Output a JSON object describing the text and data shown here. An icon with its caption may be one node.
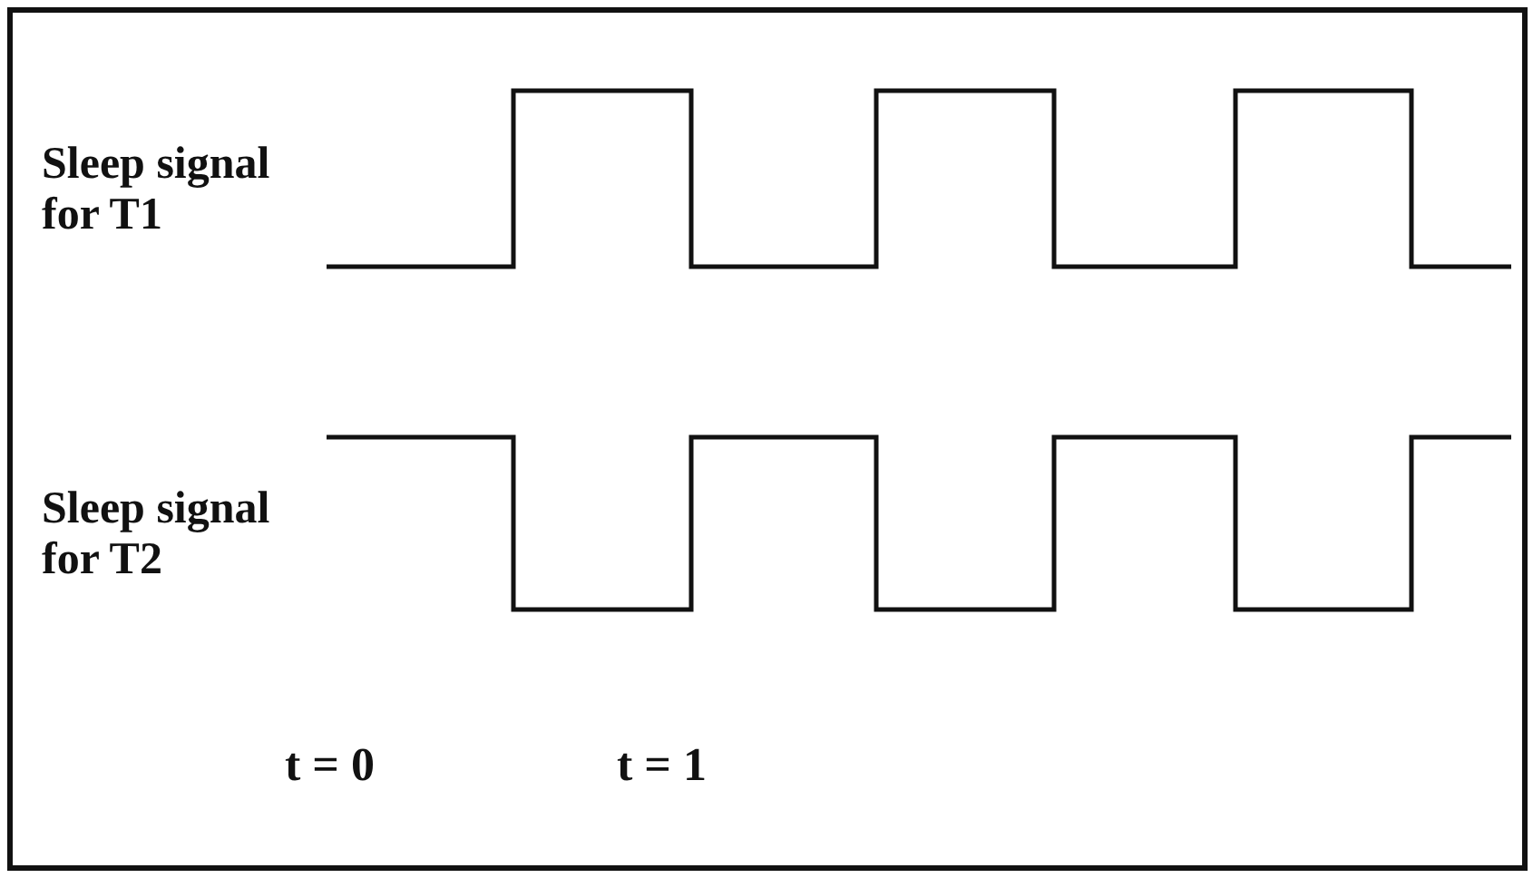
{
  "diagram": {
    "labels": [
      "Sleep signal for T1",
      "Sleep signal for T2",
      "t = 0",
      "t = 1"
    ]
  }
}
